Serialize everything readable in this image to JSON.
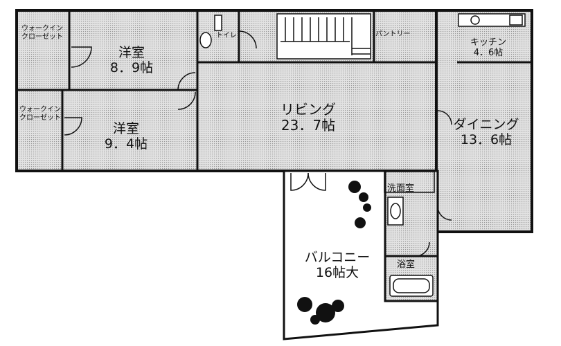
{
  "rooms": {
    "wic_top": {
      "line1": "ウォークイン",
      "line2": "クローゼット"
    },
    "wic_bottom": {
      "line1": "ウォークイン",
      "line2": "クローゼット"
    },
    "western_top": {
      "name": "洋室",
      "size": "8．9帖"
    },
    "western_bottom": {
      "name": "洋室",
      "size": "9．4帖"
    },
    "toilet": {
      "name": "トイレ"
    },
    "living": {
      "name": "リビング",
      "size": "23．7帖"
    },
    "pantry": {
      "name": "パントリー"
    },
    "kitchen": {
      "name": "キッチン",
      "size": "4．6帖"
    },
    "dining": {
      "name": "ダイニング",
      "size": "13．6帖"
    },
    "washroom": {
      "name": "洗面室"
    },
    "bath": {
      "name": "浴室"
    },
    "balcony": {
      "name": "バルコニー",
      "size": "16帖大"
    }
  },
  "colors": {
    "wall": "#111111",
    "floor_fill": "#d4d4d4",
    "balcony_fill": "#ffffff"
  }
}
